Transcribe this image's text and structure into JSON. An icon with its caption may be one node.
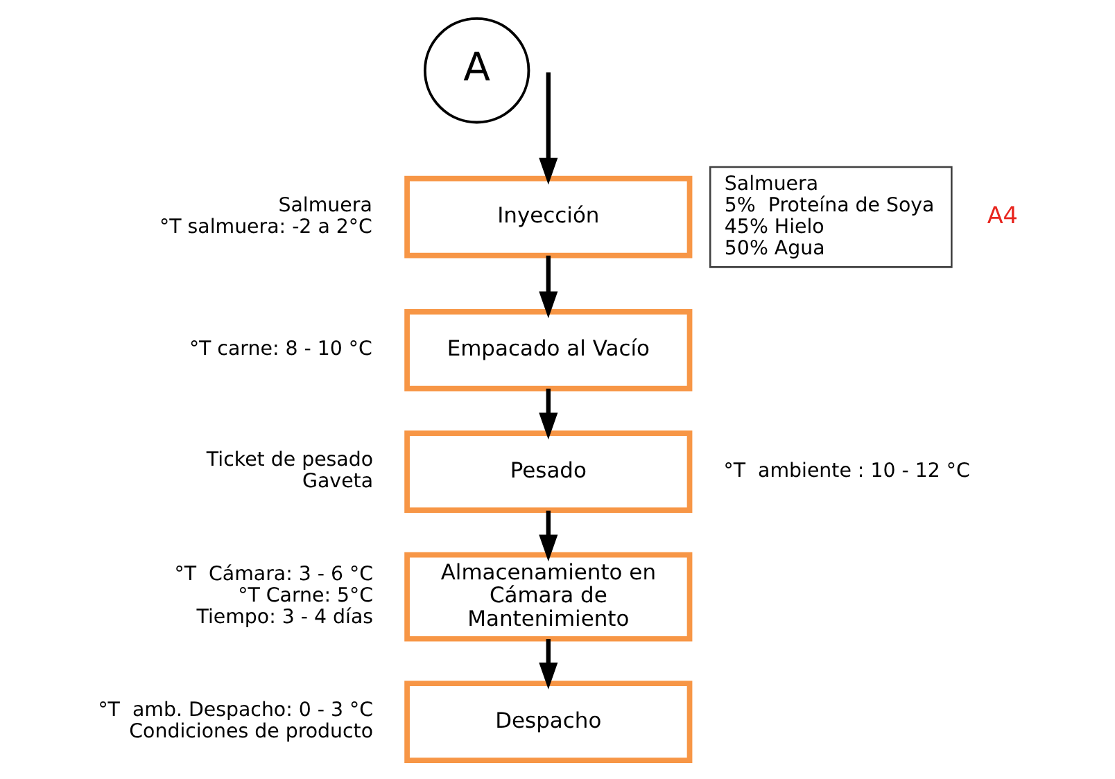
{
  "diagram": {
    "nodes": [
      {
        "text": [
          "A"
        ]
      },
      {
        "text": [
          "Inyección"
        ],
        "beside": [
          "Salmuera",
          "°T salmuera: -2 a 2°C"
        ]
      },
      {
        "text": [
          "Empacado al Vacío"
        ],
        "beside": [
          "°T carne: 8 - 10 °C"
        ]
      },
      {
        "text": [
          "Pesado"
        ],
        "beside": [
          "Ticket de pesado",
          "Gaveta",
          "°T  ambiente : 10 - 12 °C"
        ]
      },
      {
        "text": [
          "Almacenamiento en Cámara de Mantenimiento"
        ],
        "beside": [
          "°T  Cámara: 3 - 6 °C",
          "°T Carne: 5°C",
          "Tiempo: 3 - 4 días"
        ]
      },
      {
        "text": [
          "Despacho"
        ],
        "beside": [
          "°T  amb. Despacho: 0 - 3 °C",
          "Condiciones de producto"
        ]
      },
      {
        "text": [
          "Salmuera",
          "5%  Proteína de Soya",
          "45% Hielo",
          "50% Agua"
        ]
      }
    ],
    "edges": [
      {
        "from": null,
        "to": 1,
        "arrow": "to"
      },
      {
        "from": 1,
        "to": 2,
        "arrow": "to"
      },
      {
        "from": 2,
        "to": 3,
        "arrow": "to"
      },
      {
        "from": 3,
        "to": 4,
        "arrow": "to"
      },
      {
        "from": 4,
        "to": 5,
        "arrow": "to"
      }
    ],
    "labels": [
      "A4"
    ]
  }
}
